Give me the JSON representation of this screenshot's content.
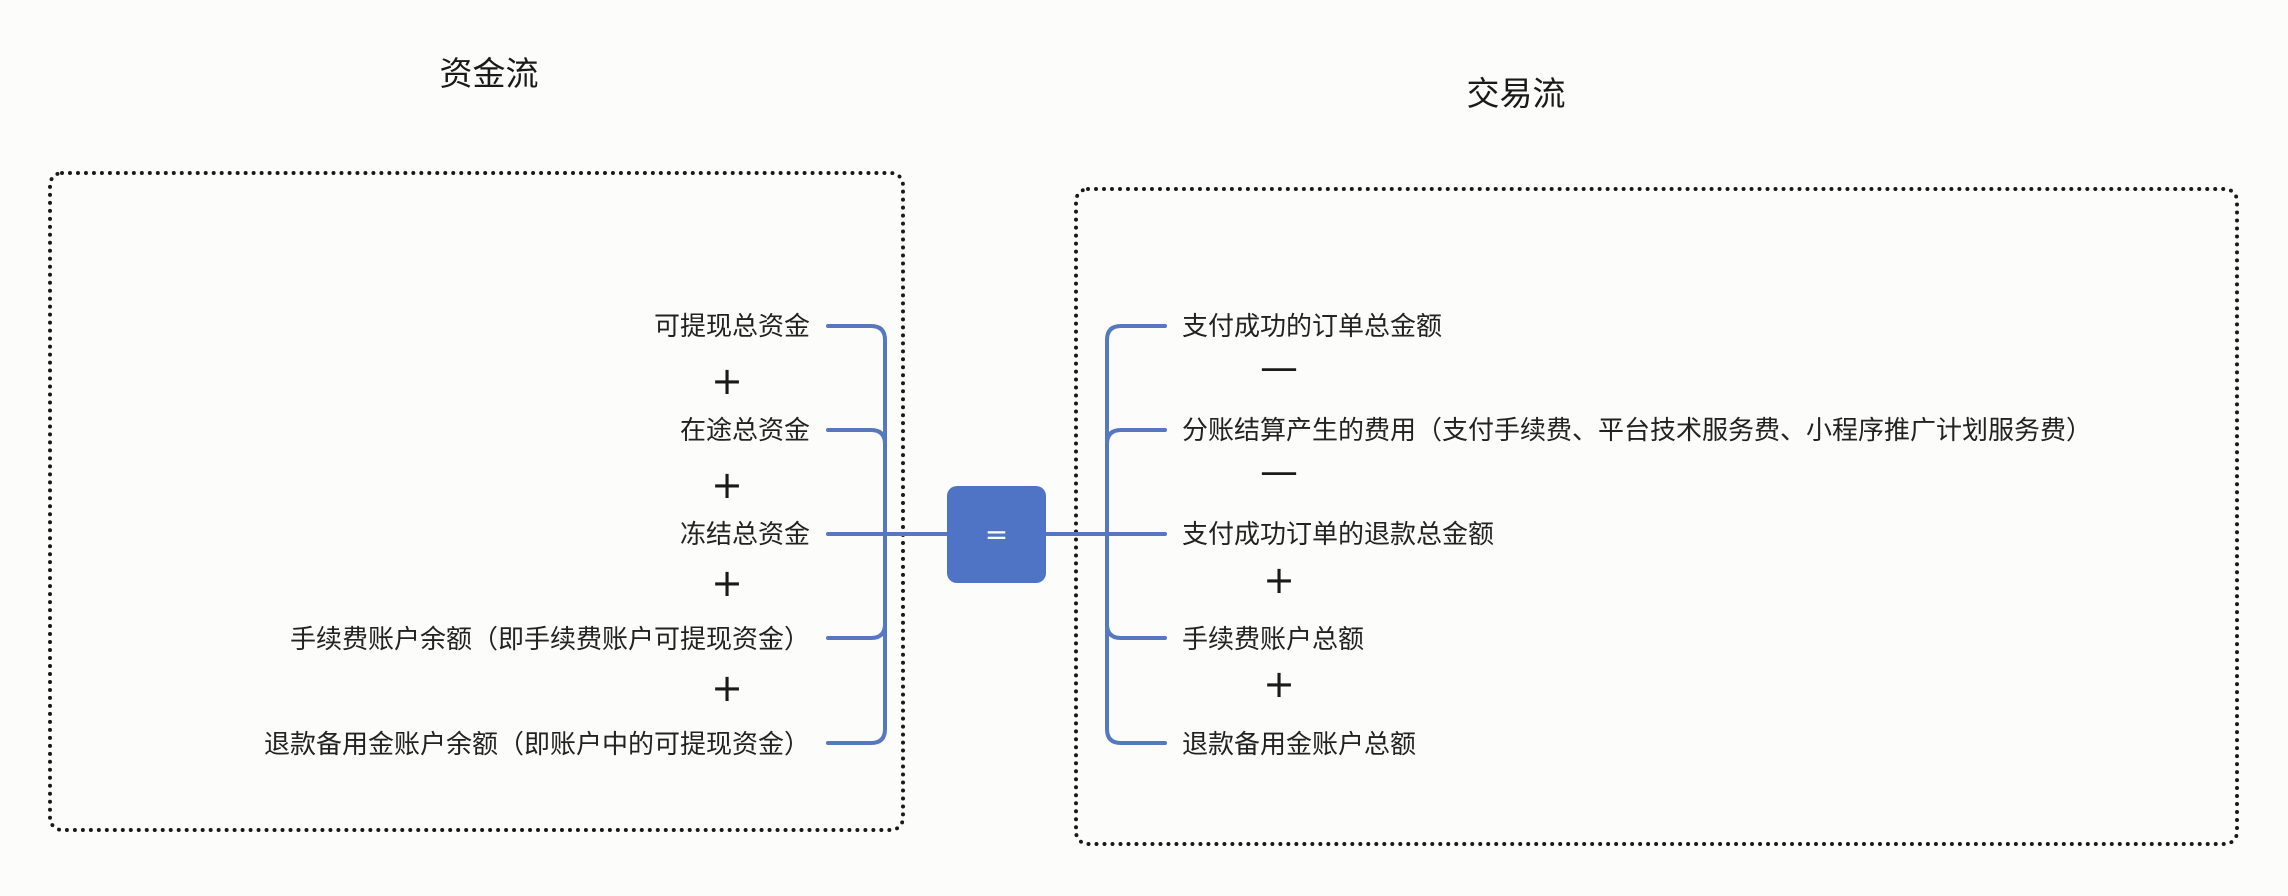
{
  "titles": {
    "left": "资金流",
    "right": "交易流"
  },
  "center_node": {
    "label": "="
  },
  "left_branch": {
    "items": [
      "可提现总资金",
      "在途总资金",
      "冻结总资金",
      "手续费账户余额（即手续费账户可提现资金）",
      "退款备用金账户余额（即账户中的可提现资金）"
    ],
    "operators": [
      "+",
      "+",
      "+",
      "+"
    ]
  },
  "right_branch": {
    "items": [
      "支付成功的订单总金额",
      "分账结算产生的费用（支付手续费、平台技术服务费、小程序推广计划服务费）",
      "支付成功订单的退款总金额",
      "手续费账户总额",
      "退款备用金账户总额"
    ],
    "operators": [
      "—",
      "—",
      "+",
      "+"
    ]
  },
  "colors": {
    "connector": "#5578c0",
    "node_fill": "#4f74c6",
    "border": "#1a1a1a"
  }
}
